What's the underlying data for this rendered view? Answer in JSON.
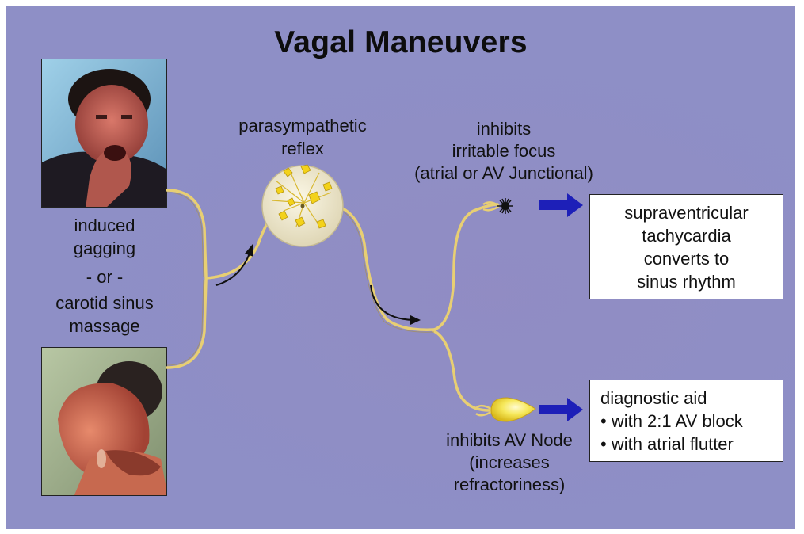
{
  "title": "Vagal Maneuvers",
  "left_labels": {
    "line1": "induced",
    "line2": "gagging",
    "line3": "- or -",
    "line4": "carotid sinus",
    "line5": "massage"
  },
  "reflex_label": {
    "line1": "parasympathetic",
    "line2": "reflex"
  },
  "upper_label": {
    "line1": "inhibits",
    "line2": "irritable focus",
    "line3": "(atrial or AV Junctional)"
  },
  "upper_box": {
    "line1": "supraventricular",
    "line2": "tachycardia",
    "line3": "converts to",
    "line4": "sinus rhythm"
  },
  "lower_box": {
    "line1": "diagnostic aid",
    "line2": "• with 2:1 AV block",
    "line3": "• with atrial flutter"
  },
  "lower_label": {
    "line1": "inhibits AV Node",
    "line2": "(increases",
    "line3": "refractoriness)"
  },
  "colors": {
    "background": "#8e8fc6",
    "nerve": "#e8cf73",
    "arrow": "#1d1fb8",
    "ganglion": "#efe8c9",
    "neuron": "#f3d21a"
  },
  "icons": {
    "upper_photo": "gagging-person-photo",
    "lower_photo": "carotid-massage-photo",
    "ganglion": "ganglion-icon",
    "focus": "irritable-focus-icon",
    "av_node": "av-node-icon"
  }
}
